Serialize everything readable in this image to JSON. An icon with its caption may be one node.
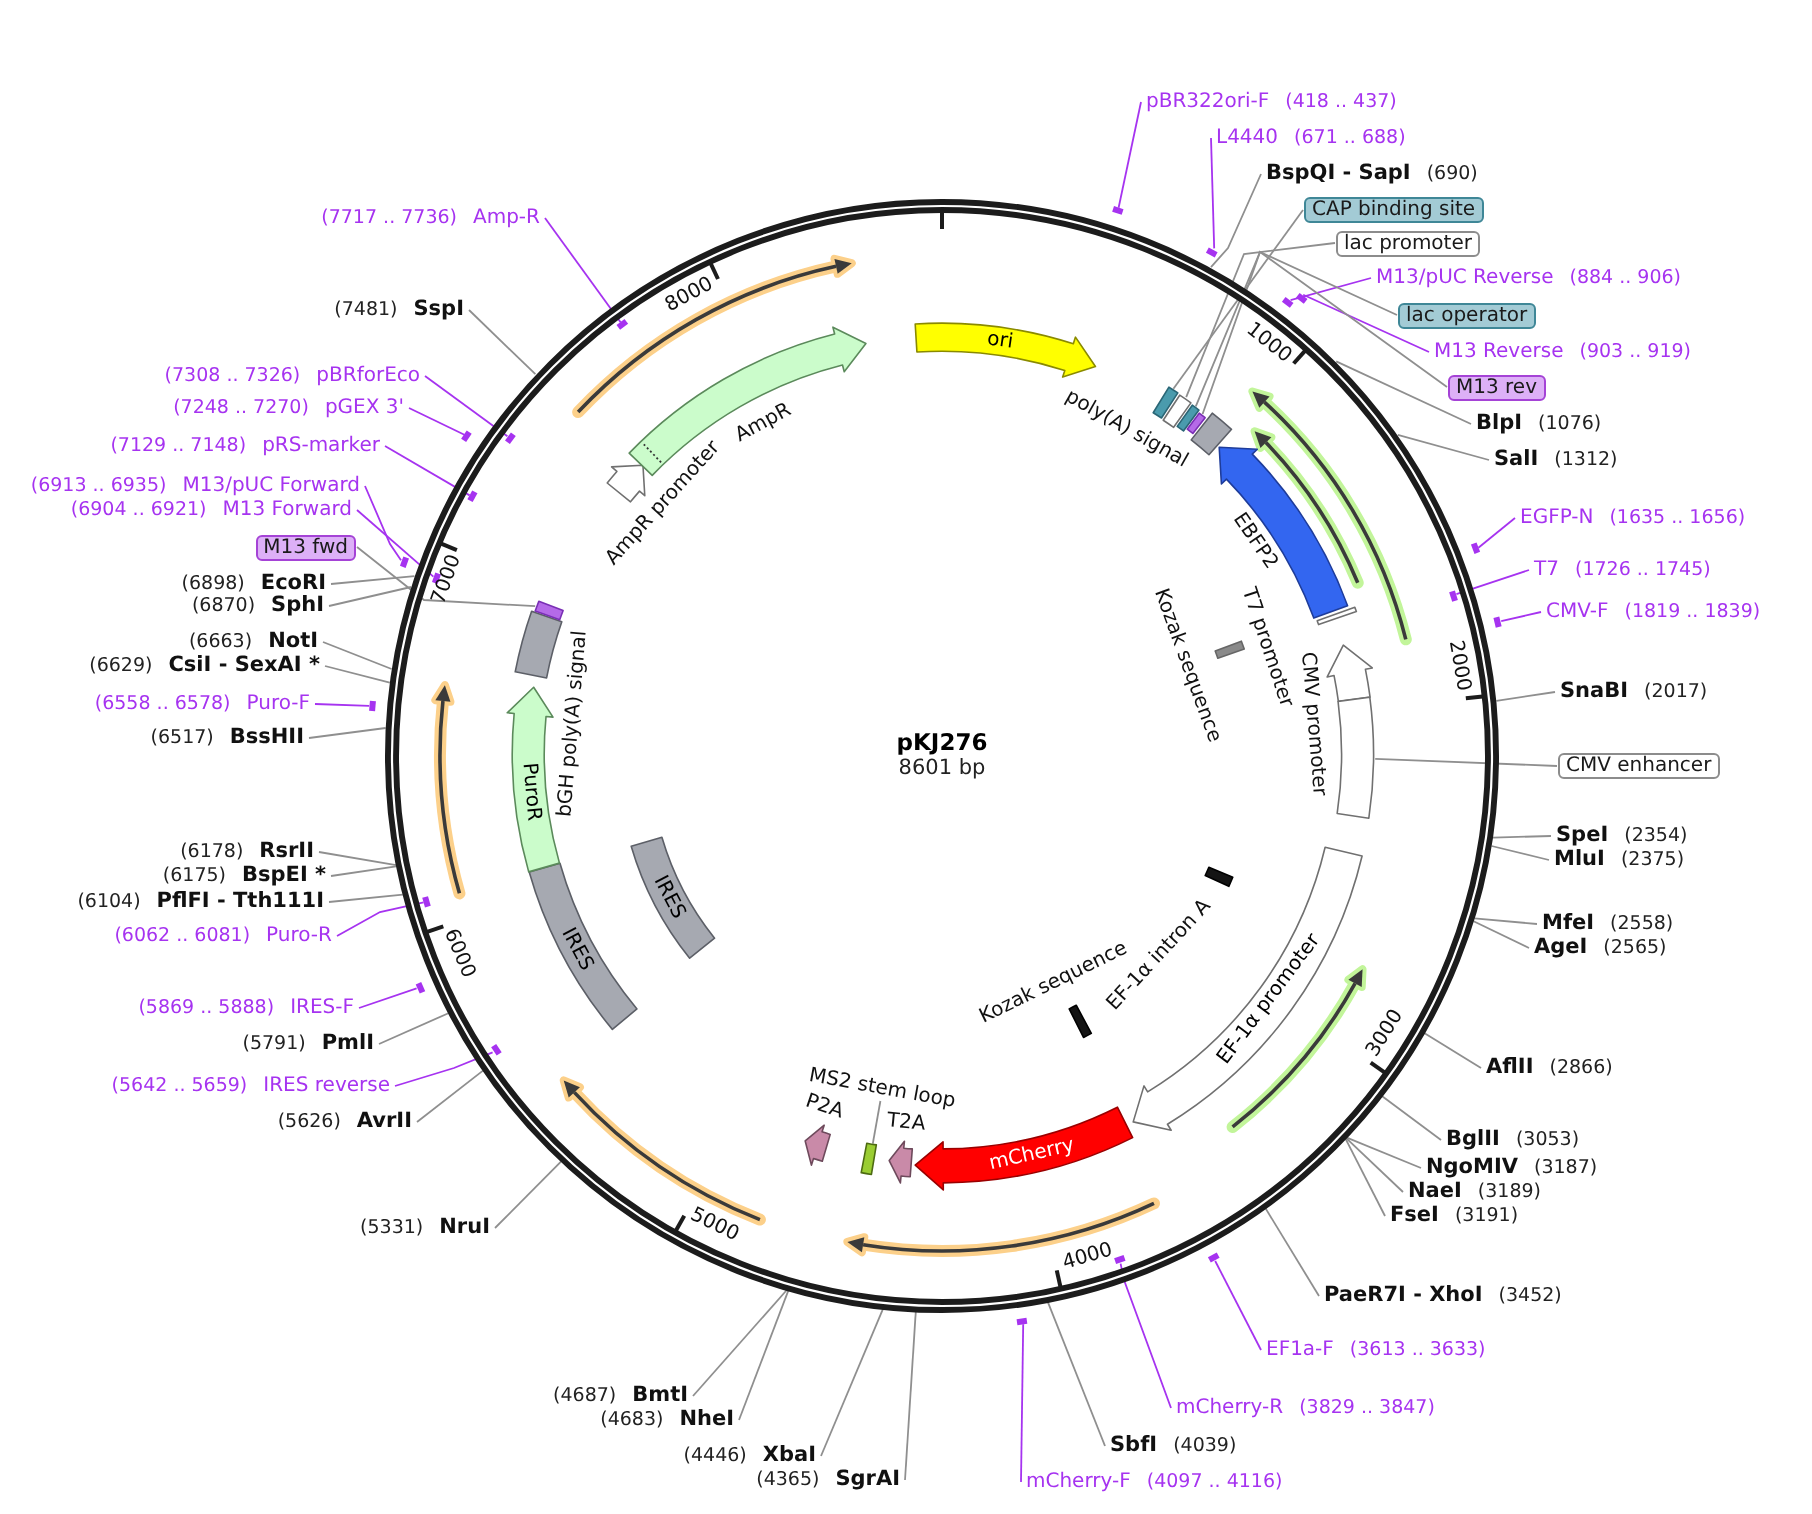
{
  "diagram": {
    "nodes": [
      {
        "text": [
          "pKJ276",
          "8601 bp"
        ]
      },
      {
        "text": [
          "ori"
        ],
        "in": 0
      },
      {
        "text": [],
        "shape": "box",
        "in": 0
      },
      {
        "text": [],
        "shape": "box",
        "in": 0
      },
      {
        "text": [],
        "shape": "box",
        "in": 0
      },
      {
        "text": [],
        "shape": "box",
        "in": 0
      },
      {
        "text": [],
        "shape": "box",
        "beside": [
          "poly(A) signal"
        ],
        "in": 0
      },
      {
        "text": [],
        "shape": "arrow",
        "beside": [
          "EBFP2"
        ],
        "in": 0
      },
      {
        "text": [],
        "shape": "bar",
        "in": 0
      },
      {
        "text": [],
        "shape": "bar",
        "beside": [
          "Kozak sequence"
        ],
        "in": 0
      },
      {
        "text": [],
        "shape": "arrow",
        "beside": [
          "CMV promoter"
        ],
        "in": 0
      },
      {
        "text": [],
        "shape": "box",
        "in": 0
      },
      {
        "text": [],
        "shape": "bar",
        "in": 0
      },
      {
        "text": [
          "EF-1α promoter"
        ],
        "in": 0
      },
      {
        "text": [],
        "shape": "bar",
        "beside": [
          "Kozak sequence"
        ],
        "in": 0
      },
      {
        "text": [
          "mCherry"
        ],
        "in": 0
      },
      {
        "text": [],
        "shape": "arrow",
        "in": 0
      },
      {
        "text": [],
        "shape": "bar",
        "in": 0
      },
      {
        "text": [],
        "shape": "arrow",
        "beside": [
          "P2A"
        ],
        "in": 0
      },
      {
        "text": [
          "IRES"
        ],
        "in": 0
      },
      {
        "text": [
          "IRES"
        ],
        "in": 0
      },
      {
        "text": [
          "PuroR"
        ],
        "in": 0
      },
      {
        "text": [],
        "shape": "box",
        "beside": [
          "bGH poly(A) signal"
        ],
        "in": 0
      },
      {
        "text": [],
        "shape": "box",
        "in": 0
      },
      {
        "text": [],
        "shape": "arrow",
        "beside": [
          "AmpR promoter"
        ],
        "in": 0
      },
      {
        "text": [],
        "shape": "arrow",
        "beside": [
          "AmpR"
        ],
        "in": 0
      },
      {
        "text": [
          "pBR322ori-F",
          "(418 .. 437)"
        ]
      },
      {
        "text": [],
        "shape": "bar"
      },
      {
        "text": [
          "L4440",
          "(671 .. 688)"
        ]
      },
      {
        "text": [],
        "shape": "bar"
      },
      {
        "text": [
          "BspQI - SapI",
          "(690)"
        ]
      },
      {
        "text": [
          "CAP binding site"
        ]
      },
      {
        "text": [
          "lac promoter"
        ]
      },
      {
        "text": [
          "M13/pUC Reverse",
          "(884 .. 906)"
        ]
      },
      {
        "text": [],
        "shape": "bar"
      },
      {
        "text": [
          "lac operator"
        ]
      },
      {
        "text": [
          "M13 Reverse",
          "(903 .. 919)"
        ]
      },
      {
        "text": [],
        "shape": "bar"
      },
      {
        "text": [
          "M13 rev"
        ]
      },
      {
        "text": [
          "BlpI",
          "(1076)"
        ]
      },
      {
        "text": [
          "SalI",
          "(1312)"
        ]
      },
      {
        "text": [
          "EGFP-N",
          "(1635 .. 1656)"
        ]
      },
      {
        "text": [],
        "shape": "bar"
      },
      {
        "text": [
          "T7",
          "(1726 .. 1745)"
        ]
      },
      {
        "text": [],
        "shape": "bar",
        "in": 0
      },
      {
        "text": [
          "CMV-F",
          "(1819 .. 1839)"
        ]
      },
      {
        "text": [],
        "shape": "bar"
      },
      {
        "text": [
          "SnaBI",
          "(2017)"
        ]
      },
      {
        "text": [
          "CMV enhancer"
        ]
      },
      {
        "text": [
          "SpeI",
          "(2354)"
        ]
      },
      {
        "text": [
          "MluI",
          "(2375)"
        ]
      },
      {
        "text": [
          "MfeI",
          "(2558)"
        ]
      },
      {
        "text": [
          "AgeI",
          "(2565)"
        ]
      },
      {
        "text": [
          "AflII",
          "(2866)"
        ]
      },
      {
        "text": [
          "BglII",
          "(3053)"
        ]
      },
      {
        "text": [
          "NgoMIV",
          "(3187)"
        ]
      },
      {
        "text": [
          "NaeI",
          "(3189)"
        ]
      },
      {
        "text": [
          "FseI",
          "(3191)"
        ]
      },
      {
        "text": [
          "PaeR7I - XhoI",
          "(3452)"
        ]
      },
      {
        "text": [
          "EF1a-F",
          "(3613 .. 3633)"
        ]
      },
      {
        "text": [],
        "shape": "bar"
      },
      {
        "text": [
          "mCherry-R",
          "(3829 .. 3847)"
        ]
      },
      {
        "text": [],
        "shape": "bar",
        "in": 0
      },
      {
        "text": [
          "SbfI",
          "(4039)"
        ]
      },
      {
        "text": [
          "mCherry-F",
          "(4097 .. 4116)"
        ]
      },
      {
        "text": [],
        "shape": "bar"
      },
      {
        "text": [
          "(4365)",
          "SgrAI"
        ]
      },
      {
        "text": [
          "(4446)",
          "XbaI"
        ]
      },
      {
        "text": [
          "(4683)",
          "NheI"
        ]
      },
      {
        "text": [
          "(4687)",
          "BmtI"
        ]
      },
      {
        "text": [
          "(5331)",
          "NruI"
        ]
      },
      {
        "text": [
          "(5626)",
          "AvrII"
        ]
      },
      {
        "text": [
          "(5642 .. 5659)",
          "IRES reverse"
        ]
      },
      {
        "text": [],
        "shape": "bar",
        "in": 0
      },
      {
        "text": [
          "(5791)",
          "PmlI"
        ]
      },
      {
        "text": [
          "(5869 .. 5888)",
          "IRES-F"
        ]
      },
      {
        "text": [],
        "shape": "bar"
      },
      {
        "text": [
          "(6062 .. 6081)",
          "Puro-R"
        ]
      },
      {
        "text": [],
        "shape": "bar",
        "in": 0
      },
      {
        "text": [
          "(6104)",
          "PflFI - Tth111I"
        ]
      },
      {
        "text": [
          "(6175)",
          "BspEI *"
        ]
      },
      {
        "text": [
          "(6178)",
          "RsrII"
        ]
      },
      {
        "text": [
          "(6517)",
          "BssHII"
        ]
      },
      {
        "text": [
          "(6558 .. 6578)",
          "Puro-F"
        ]
      },
      {
        "text": [],
        "shape": "bar"
      },
      {
        "text": [
          "(6629)",
          "CsiI - SexAI *"
        ]
      },
      {
        "text": [
          "(6663)",
          "NotI"
        ]
      },
      {
        "text": [
          "(6870)",
          "SphI"
        ]
      },
      {
        "text": [
          "(6898)",
          "EcoRI"
        ]
      },
      {
        "text": [
          "M13 fwd"
        ]
      },
      {
        "text": [
          "(6904 .. 6921)",
          "M13 Forward"
        ]
      },
      {
        "text": [],
        "shape": "bar",
        "in": 0
      },
      {
        "text": [
          "(6913 .. 6935)",
          "M13/pUC Forward"
        ]
      },
      {
        "text": [],
        "shape": "bar"
      },
      {
        "text": [
          "(7129 .. 7148)",
          "pRS-marker"
        ]
      },
      {
        "text": [],
        "shape": "bar",
        "in": 0
      },
      {
        "text": [
          "(7248 .. 7270)",
          "pGEX 3'"
        ]
      },
      {
        "text": [],
        "shape": "bar"
      },
      {
        "text": [
          "(7308 .. 7326)",
          "pBRforEco"
        ]
      },
      {
        "text": [],
        "shape": "bar",
        "in": 0
      },
      {
        "text": [
          "(7481)",
          "SspI"
        ]
      },
      {
        "text": [
          "(7717 .. 7736)",
          "Amp-R"
        ]
      },
      {
        "text": [],
        "shape": "bar",
        "in": 0
      },
      {
        "text": [
          "MS2 stem loop"
        ],
        "in": 0
      }
    ],
    "edges": [
      {
        "from": 26,
        "to": 27,
        "arrow": "none",
        "color": "#a633f0"
      },
      {
        "from": 28,
        "to": 29,
        "arrow": "none",
        "color": "#a633f0"
      },
      {
        "from": 30,
        "to": 0,
        "arrow": "none"
      },
      {
        "from": 31,
        "to": 2,
        "arrow": "none"
      },
      {
        "from": 32,
        "to": 3,
        "arrow": "none"
      },
      {
        "from": 33,
        "to": 34,
        "arrow": "none",
        "color": "#a633f0"
      },
      {
        "from": 35,
        "to": 4,
        "arrow": "none"
      },
      {
        "from": 36,
        "to": 37,
        "arrow": "none",
        "color": "#a633f0"
      },
      {
        "from": 38,
        "to": 5,
        "arrow": "none"
      },
      {
        "from": 39,
        "to": 0,
        "arrow": "none"
      },
      {
        "from": 40,
        "to": 0,
        "arrow": "none"
      },
      {
        "from": 41,
        "to": 42,
        "arrow": "none",
        "color": "#a633f0"
      },
      {
        "from": 43,
        "to": 44,
        "arrow": "none",
        "color": "#a633f0"
      },
      {
        "from": 45,
        "to": 46,
        "arrow": "none",
        "color": "#a633f0"
      },
      {
        "from": 47,
        "to": 0,
        "arrow": "none"
      },
      {
        "from": 48,
        "to": 11,
        "arrow": "none"
      },
      {
        "from": 49,
        "to": 0,
        "arrow": "none"
      },
      {
        "from": 50,
        "to": 0,
        "arrow": "none"
      },
      {
        "from": 51,
        "to": 0,
        "arrow": "none"
      },
      {
        "from": 52,
        "to": 0,
        "arrow": "none"
      },
      {
        "from": 53,
        "to": 0,
        "arrow": "none"
      },
      {
        "from": 54,
        "to": 0,
        "arrow": "none"
      },
      {
        "from": 55,
        "to": 0,
        "arrow": "none"
      },
      {
        "from": 56,
        "to": 0,
        "arrow": "none"
      },
      {
        "from": 57,
        "to": 0,
        "arrow": "none"
      },
      {
        "from": 58,
        "to": 0,
        "arrow": "none"
      },
      {
        "from": 59,
        "to": 60,
        "arrow": "none",
        "color": "#a633f0"
      },
      {
        "from": 61,
        "to": 62,
        "arrow": "none",
        "color": "#a633f0"
      },
      {
        "from": 63,
        "to": 0,
        "arrow": "none"
      },
      {
        "from": 64,
        "to": 65,
        "arrow": "none",
        "color": "#a633f0"
      },
      {
        "from": 66,
        "to": 0,
        "arrow": "none"
      },
      {
        "from": 67,
        "to": 0,
        "arrow": "none"
      },
      {
        "from": 68,
        "to": 0,
        "arrow": "none"
      },
      {
        "from": 69,
        "to": 0,
        "arrow": "none"
      },
      {
        "from": 70,
        "to": 0,
        "arrow": "none"
      },
      {
        "from": 71,
        "to": 0,
        "arrow": "none"
      },
      {
        "from": 72,
        "to": 73,
        "arrow": "none",
        "color": "#a633f0"
      },
      {
        "from": 74,
        "to": 0,
        "arrow": "none"
      },
      {
        "from": 75,
        "to": 76,
        "arrow": "none",
        "color": "#a633f0"
      },
      {
        "from": 77,
        "to": 78,
        "arrow": "none",
        "color": "#a633f0"
      },
      {
        "from": 79,
        "to": 0,
        "arrow": "none"
      },
      {
        "from": 80,
        "to": 0,
        "arrow": "none"
      },
      {
        "from": 81,
        "to": 0,
        "arrow": "none"
      },
      {
        "from": 82,
        "to": 0,
        "arrow": "none"
      },
      {
        "from": 83,
        "to": 84,
        "arrow": "none",
        "color": "#a633f0"
      },
      {
        "from": 85,
        "to": 0,
        "arrow": "none"
      },
      {
        "from": 86,
        "to": 0,
        "arrow": "none"
      },
      {
        "from": 87,
        "to": 0,
        "arrow": "none"
      },
      {
        "from": 88,
        "to": 0,
        "arrow": "none"
      },
      {
        "from": 89,
        "to": 23,
        "arrow": "none"
      },
      {
        "from": 90,
        "to": 91,
        "arrow": "none",
        "color": "#a633f0"
      },
      {
        "from": 92,
        "to": 93,
        "arrow": "none",
        "color": "#a633f0"
      },
      {
        "from": 94,
        "to": 95,
        "arrow": "none",
        "color": "#a633f0"
      },
      {
        "from": 96,
        "to": 97,
        "arrow": "none",
        "color": "#a633f0"
      },
      {
        "from": 98,
        "to": 99,
        "arrow": "none",
        "color": "#a633f0"
      },
      {
        "from": 100,
        "to": 0,
        "arrow": "none"
      },
      {
        "from": 101,
        "to": 102,
        "arrow": "none",
        "color": "#a633f0"
      },
      {
        "from": 103,
        "to": 17,
        "arrow": "none"
      }
    ],
    "labels": [
      "1000",
      "2000",
      "3000",
      "4000",
      "5000",
      "6000",
      "7000",
      "8000",
      "T7 promoter",
      "EF-1α intron A",
      "T2A"
    ]
  }
}
